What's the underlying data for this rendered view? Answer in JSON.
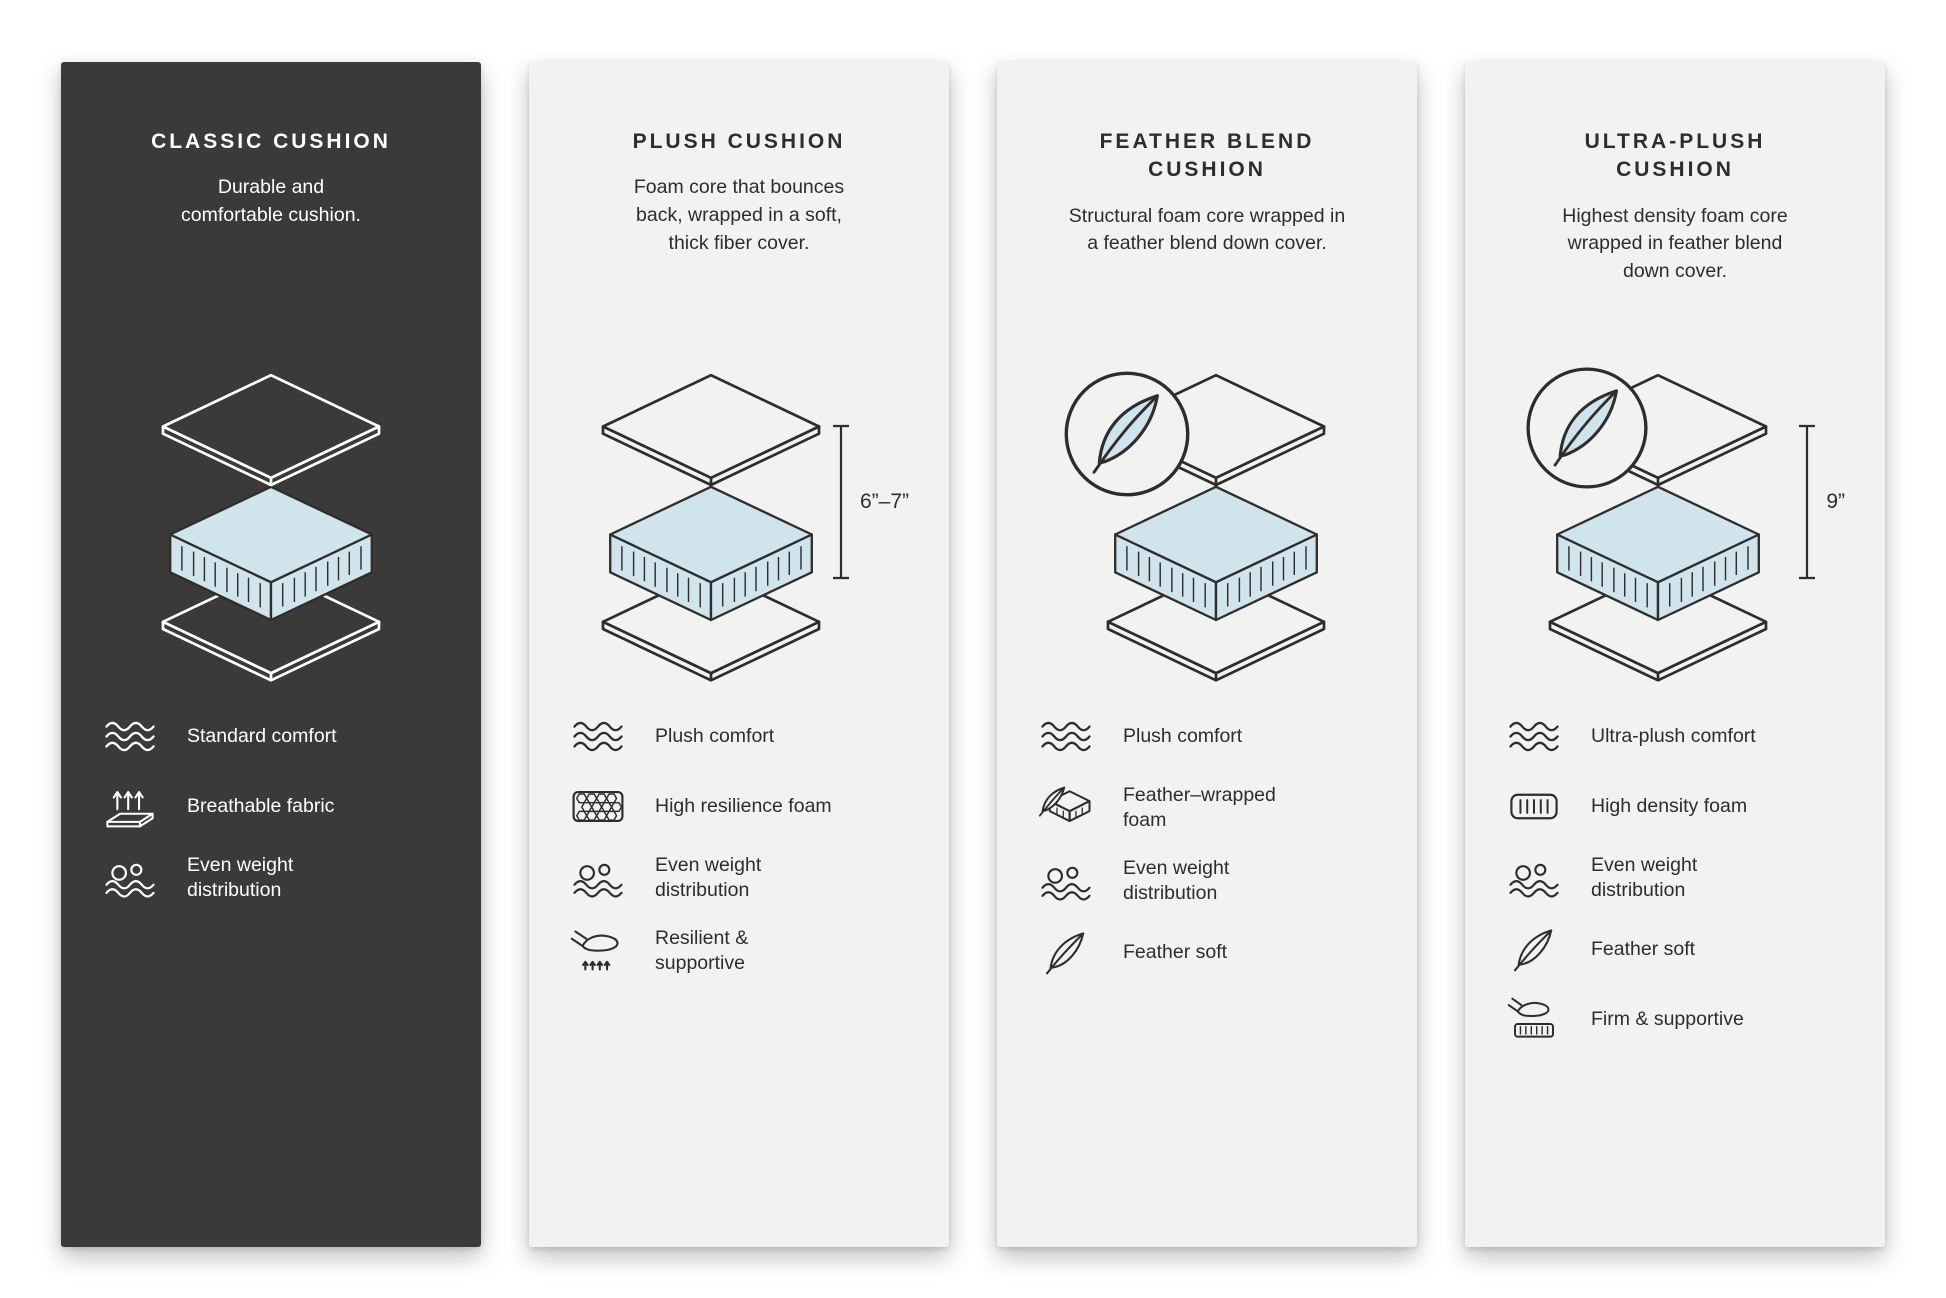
{
  "colors": {
    "panel_dark": "#3b3a38",
    "panel_light": "#f2f2f1",
    "foam_blue": "#cfe4ed",
    "text_dark": "#2e2d2b",
    "text_light": "#ffffff"
  },
  "panels": [
    {
      "title": "CLASSIC CUSHION",
      "description": "Durable and\ncomfortable cushion.",
      "theme": "dark",
      "diagram": {
        "type": "layered-cushion"
      },
      "features": [
        {
          "icon": "comfort-waves-icon",
          "label": "Standard comfort"
        },
        {
          "icon": "breathable-fabric-icon",
          "label": "Breathable fabric"
        },
        {
          "icon": "even-weight-distribution-icon",
          "label": "Even weight distribution"
        }
      ]
    },
    {
      "title": "PLUSH CUSHION",
      "description": "Foam core that bounces\nback, wrapped in a soft,\nthick fiber cover.",
      "theme": "light",
      "diagram": {
        "type": "layered-cushion",
        "measurement": "6”–7”"
      },
      "features": [
        {
          "icon": "comfort-waves-icon",
          "label": "Plush comfort"
        },
        {
          "icon": "high-resilience-foam-icon",
          "label": "High resilience foam"
        },
        {
          "icon": "even-weight-distribution-icon",
          "label": "Even weight distribution"
        },
        {
          "icon": "resilient-supportive-icon",
          "label": "Resilient & supportive"
        }
      ]
    },
    {
      "title": "FEATHER BLEND\nCUSHION",
      "description": "Structural foam core wrapped in\na feather blend down cover.",
      "theme": "light",
      "diagram": {
        "type": "layered-cushion",
        "badge": "feather"
      },
      "features": [
        {
          "icon": "comfort-waves-icon",
          "label": "Plush comfort"
        },
        {
          "icon": "feather-wrapped-foam-icon",
          "label": "Feather–wrapped foam"
        },
        {
          "icon": "even-weight-distribution-icon",
          "label": "Even weight distribution"
        },
        {
          "icon": "feather-soft-icon",
          "label": "Feather soft"
        }
      ]
    },
    {
      "title": "ULTRA-PLUSH\nCUSHION",
      "description": "Highest density foam core\nwrapped in feather blend\ndown cover.",
      "theme": "light",
      "diagram": {
        "type": "layered-cushion",
        "badge": "feather",
        "measurement": "9”"
      },
      "features": [
        {
          "icon": "comfort-waves-icon",
          "label": "Ultra-plush comfort"
        },
        {
          "icon": "high-density-foam-icon",
          "label": "High density foam"
        },
        {
          "icon": "even-weight-distribution-icon",
          "label": "Even weight distribution"
        },
        {
          "icon": "feather-soft-icon",
          "label": "Feather soft"
        },
        {
          "icon": "firm-supportive-icon",
          "label": "Firm & supportive"
        }
      ]
    }
  ]
}
